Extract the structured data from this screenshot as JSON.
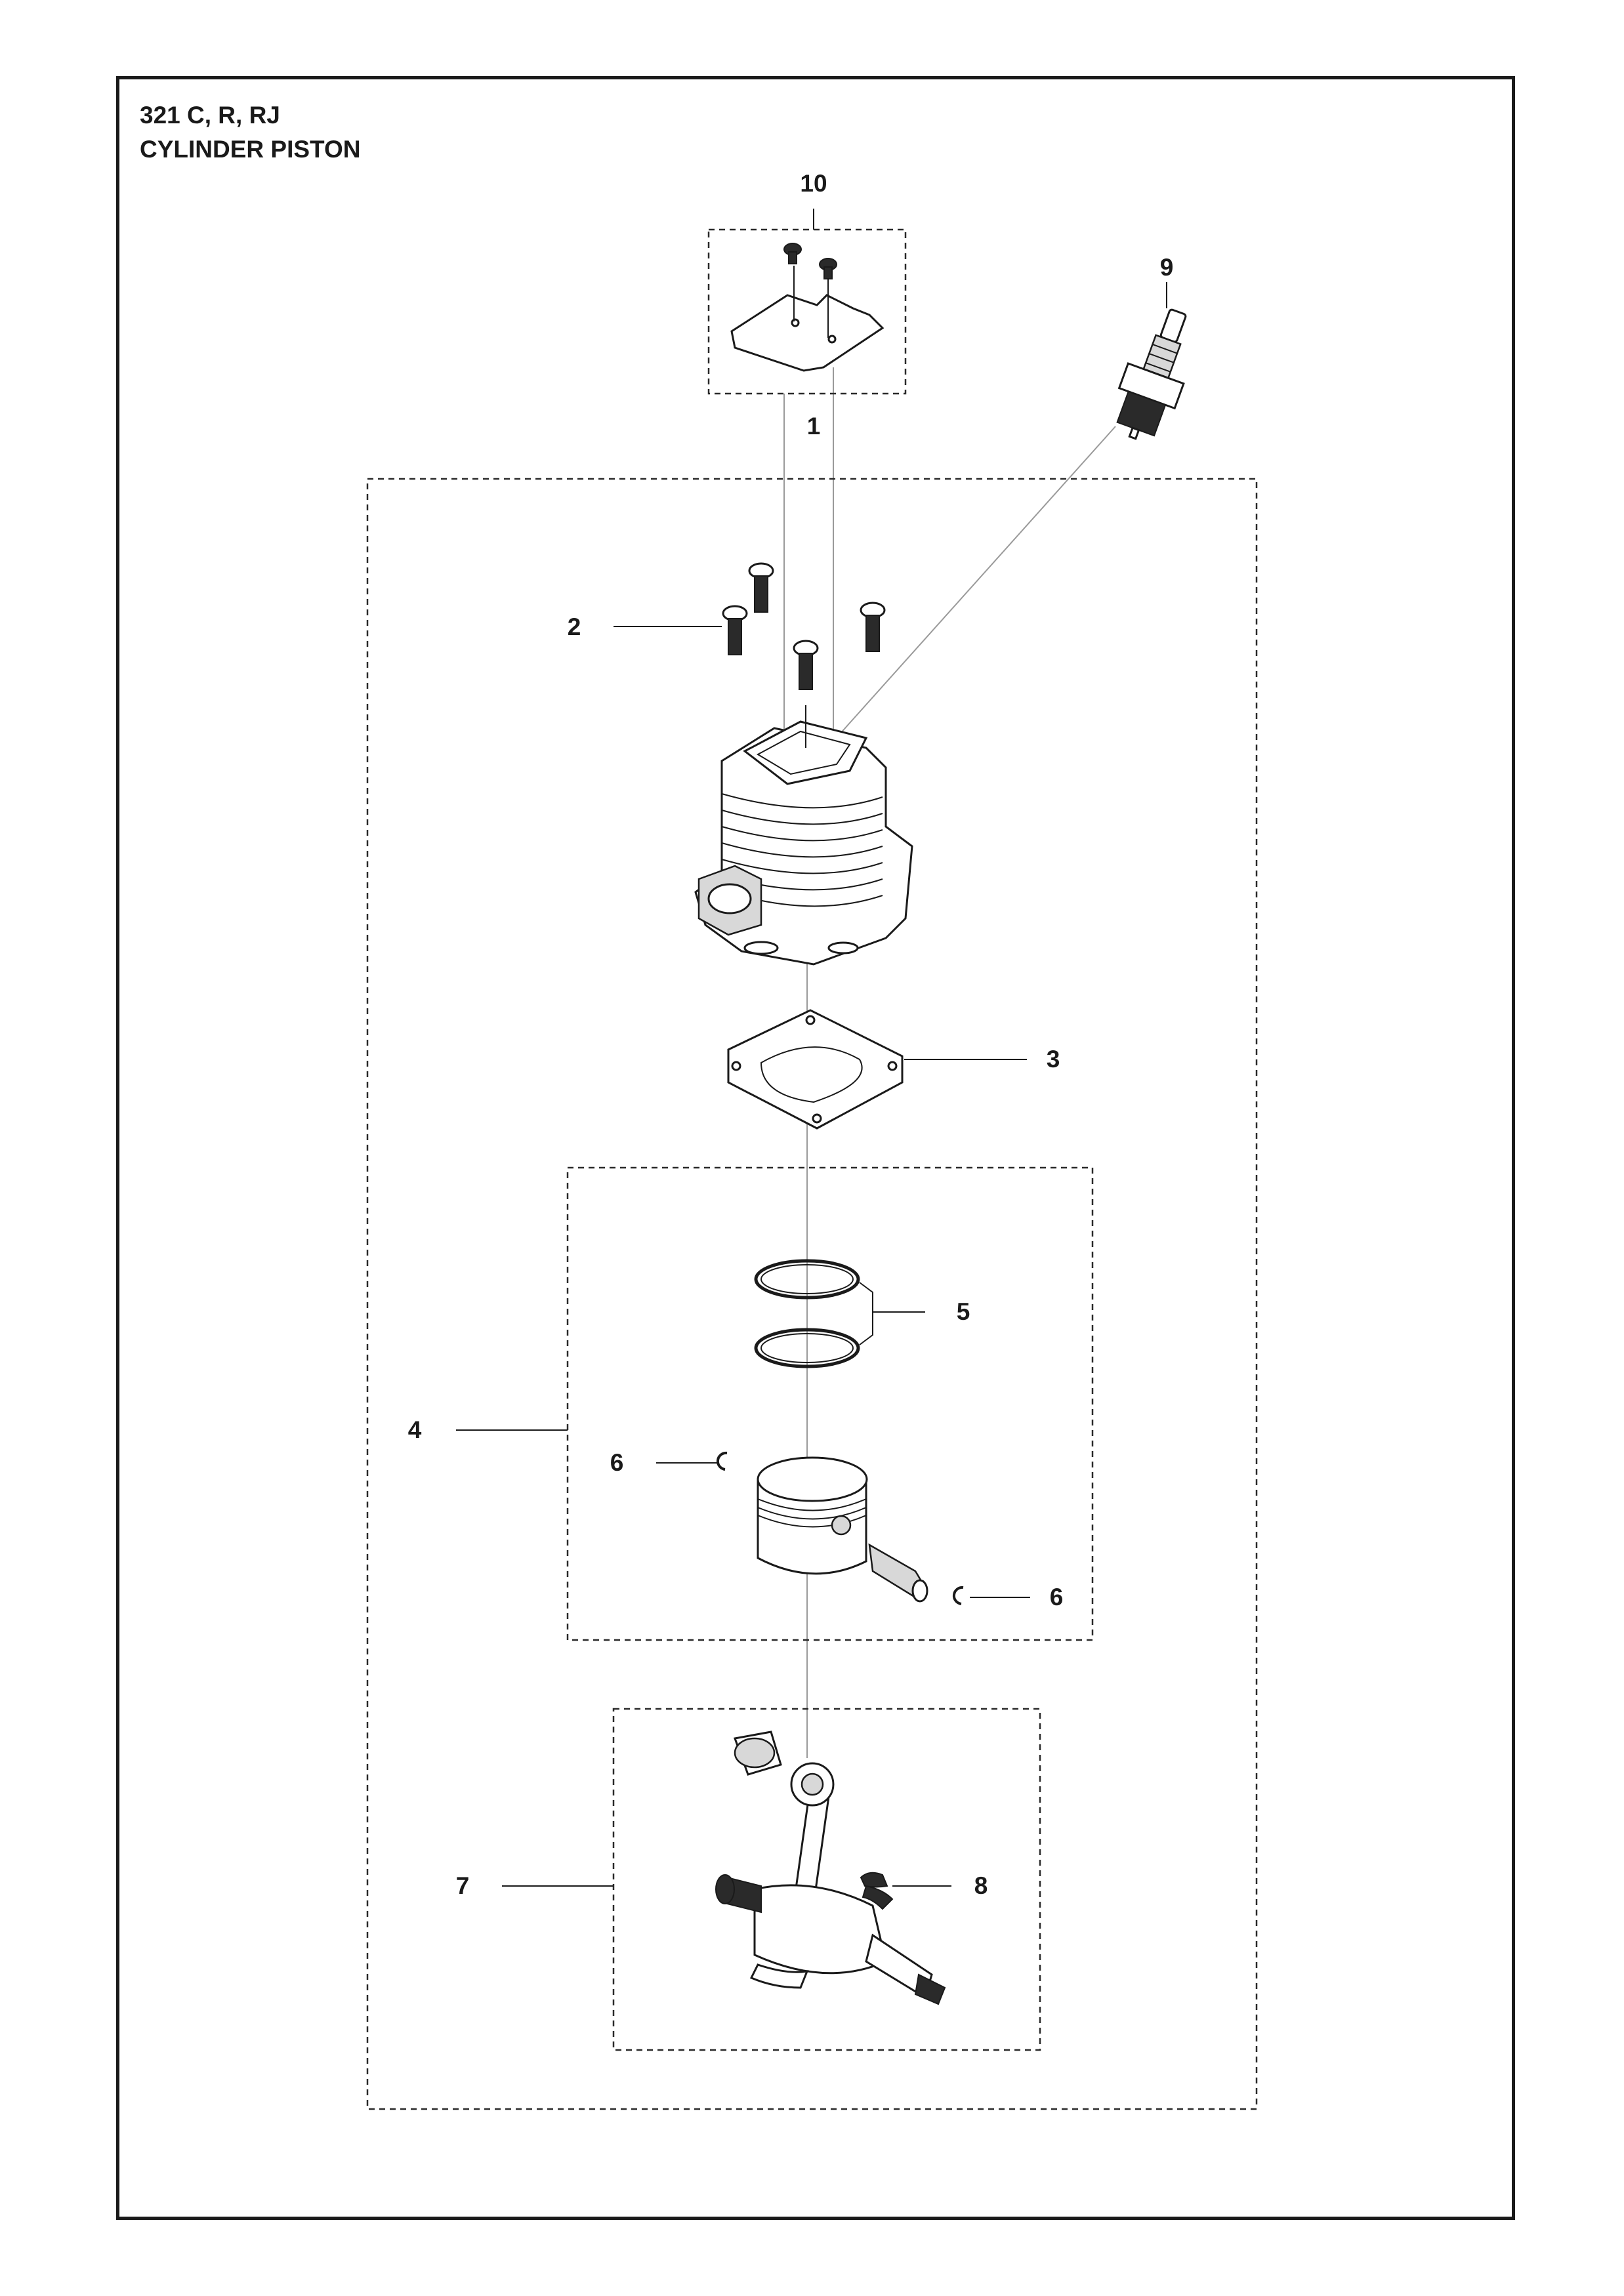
{
  "header": {
    "model": "321 C, R, RJ",
    "title": "CYLINDER PISTON"
  },
  "callouts": {
    "c1": "1",
    "c2": "2",
    "c3": "3",
    "c4": "4",
    "c5": "5",
    "c6a": "6",
    "c6b": "6",
    "c7": "7",
    "c8": "8",
    "c9": "9",
    "c10": "10"
  }
}
